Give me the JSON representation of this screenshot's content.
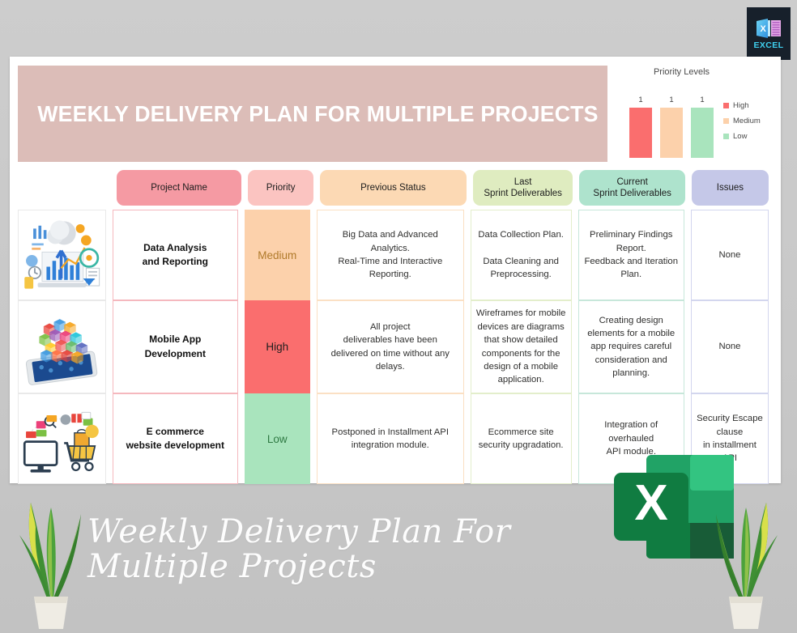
{
  "badge": {
    "label": "EXCEL",
    "icon": "excel-icon",
    "bg": "#17202b",
    "text_color": "#3fd0f0"
  },
  "banner": {
    "title": "WEEKLY DELIVERY PLAN FOR  MULTIPLE PROJECTS",
    "bg": "#dcbdb8",
    "text_color": "#ffffff"
  },
  "caption": {
    "text": "Weekly Delivery Plan For Multiple Projects",
    "color": "#ffffff"
  },
  "chart_data": {
    "type": "bar",
    "title": "Priority Levels",
    "categories": [
      "High",
      "Medium",
      "Low"
    ],
    "values": [
      1,
      1,
      1
    ],
    "data_labels": [
      "1",
      "1",
      "1"
    ],
    "colors": [
      "#fa6e6e",
      "#fcd1ab",
      "#a9e4bd"
    ],
    "legend": [
      "High",
      "Medium",
      "Low"
    ],
    "legend_position": "right",
    "grid": false,
    "xlabel": "",
    "ylabel": "",
    "ylim": [
      0,
      1
    ]
  },
  "table": {
    "headers": [
      {
        "label": "Project Name",
        "bg": "#f59aa3",
        "line1": "Project Name",
        "line2": ""
      },
      {
        "label": "Priority",
        "bg": "#fbc4c1",
        "line1": "Priority",
        "line2": ""
      },
      {
        "label": "Previous Status",
        "bg": "#fcd9b4",
        "line1": "Previous Status",
        "line2": ""
      },
      {
        "label": "Last Sprint Deliverables",
        "bg": "#dfecc0",
        "line1": "Last",
        "line2": "Sprint Deliverables"
      },
      {
        "label": "Current Sprint Deliverables",
        "bg": "#aee3cd",
        "line1": "Current",
        "line2": "Sprint Deliverables"
      },
      {
        "label": "Issues",
        "bg": "#c5c8e8",
        "line1": "Issues",
        "line2": ""
      }
    ],
    "rows": [
      {
        "image": "data-analysis-illustration",
        "project_name": "Data Analysis\nand Reporting",
        "priority": "Medium",
        "priority_bg": "#fcd1ab",
        "priority_text_color": "#b07a2a",
        "previous_status": "Big Data and Advanced\nAnalytics.\nReal-Time and Interactive\nReporting.",
        "last_sprint": "Data Collection Plan.\n\nData Cleaning and\nPreprocessing.",
        "current_sprint": "Preliminary Findings\nReport.\nFeedback and Iteration\nPlan.",
        "issues": "None"
      },
      {
        "image": "mobile-app-illustration",
        "project_name": "Mobile App\nDevelopment",
        "priority": "High",
        "priority_bg": "#fa6e6e",
        "priority_text_color": "#1f1f1f",
        "previous_status": "All project\ndeliverables have been\ndelivered on time without any\ndelays.",
        "last_sprint": "Wireframes for mobile\ndevices are diagrams\nthat show detailed\ncomponents for the\ndesign of a mobile\napplication.",
        "current_sprint": "Creating design\nelements for a mobile\napp requires careful\nconsideration and\nplanning.",
        "issues": "None"
      },
      {
        "image": "ecommerce-illustration",
        "project_name": "E commerce\nwebsite development",
        "priority": "Low",
        "priority_bg": "#a9e4bd",
        "priority_text_color": "#2f7a43",
        "previous_status": "Postponed in Installment API\nintegration module.",
        "last_sprint": "Ecommerce site\nsecurity upgradation.",
        "current_sprint": "Integration of\noverhauled\nAPI module.",
        "issues": "Security Escape\nclause\nin installment\nAPI"
      }
    ]
  }
}
